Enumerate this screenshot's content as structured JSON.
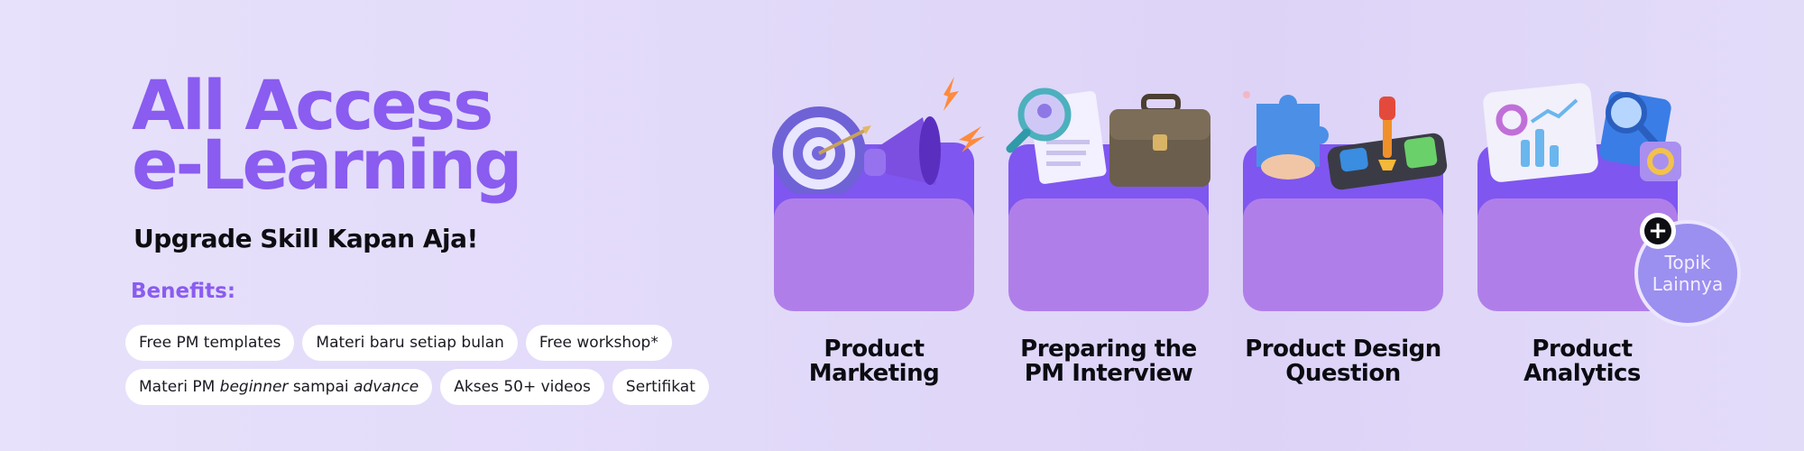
{
  "hero": {
    "title_line1": "All Access",
    "title_line2": "e-Learning",
    "subtitle": "Upgrade Skill Kapan Aja!",
    "benefits_title": "Benefits:"
  },
  "benefits": {
    "row1": [
      "Free PM templates",
      "Materi baru setiap bulan",
      "Free workshop*"
    ],
    "row2": {
      "item1_prefix": "Materi PM ",
      "item1_em1": "beginner",
      "item1_mid": " sampai ",
      "item1_em2": "advance",
      "item2": "Akses 50+ videos",
      "item3": "Sertifikat"
    }
  },
  "topics": [
    {
      "line1": "Product",
      "line2": "Marketing",
      "icons": [
        "target-icon",
        "megaphone-icon"
      ]
    },
    {
      "line1": "Preparing the",
      "line2": "PM Interview",
      "icons": [
        "magnifier-icon",
        "briefcase-icon"
      ]
    },
    {
      "line1": "Product Design",
      "line2": "Question",
      "icons": [
        "puzzle-icon",
        "toolkit-icon"
      ]
    },
    {
      "line1": "Product",
      "line2": "Analytics",
      "icons": [
        "dashboard-icon",
        "chart-icon"
      ]
    }
  ],
  "more_topics": {
    "line1": "Topik",
    "line2": "Lainnya",
    "icon": "plus-icon"
  },
  "colors": {
    "accent_purple": "#8a5cf0",
    "folder_back": "#7f56f0",
    "folder_front": "#b07ee9",
    "badge": "#9b8ff0"
  }
}
